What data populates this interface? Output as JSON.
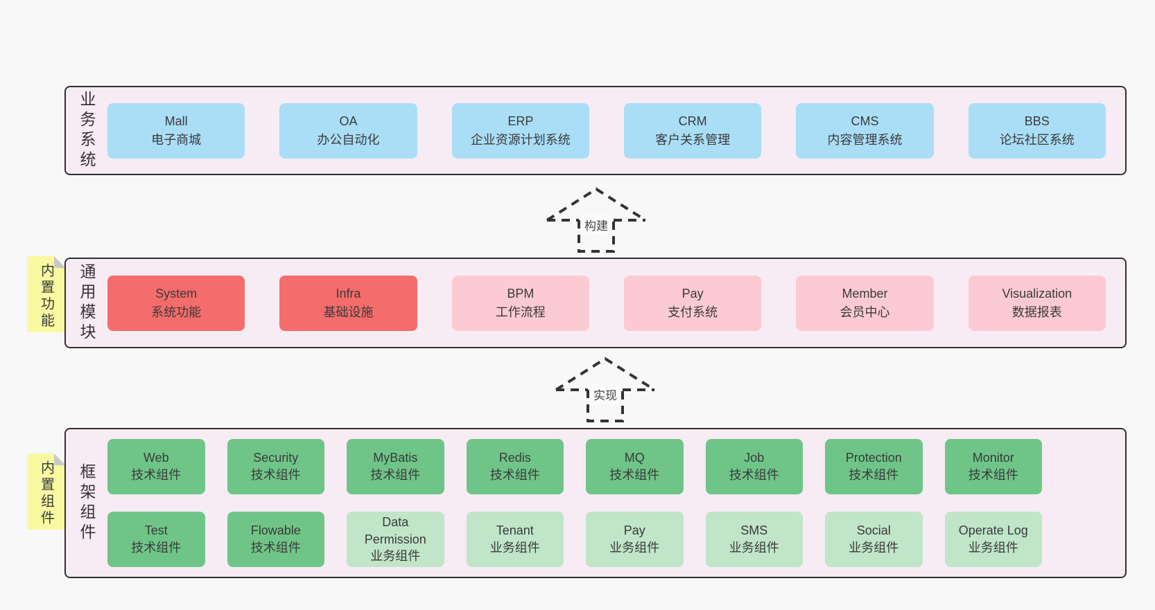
{
  "colors": {
    "page_bg": "#f8f8f8",
    "panel_bg": "#f7ecf4",
    "panel_border": "#2f2f2f",
    "box_blue": "#aadef7",
    "box_red": "#f56c6c",
    "box_pink": "#fccad3",
    "box_green": "#6fc588",
    "box_green_light": "#c0e5c8",
    "tag_yellow": "#f9f9a2",
    "fold_gray": "#c9c9c9",
    "text": "#3a3a3a"
  },
  "arrows": [
    {
      "label": "构建"
    },
    {
      "label": "实现"
    }
  ],
  "panels": [
    {
      "id": "business",
      "label": "业务系统",
      "rows": [
        [
          {
            "title": "Mall",
            "subtitle": "电子商城",
            "type": "blue"
          },
          {
            "title": "OA",
            "subtitle": "办公自动化",
            "type": "blue"
          },
          {
            "title": "ERP",
            "subtitle": "企业资源计划系统",
            "type": "blue"
          },
          {
            "title": "CRM",
            "subtitle": "客户关系管理",
            "type": "blue"
          },
          {
            "title": "CMS",
            "subtitle": "内容管理系统",
            "type": "blue"
          },
          {
            "title": "BBS",
            "subtitle": "论坛社区系统",
            "type": "blue"
          }
        ]
      ]
    },
    {
      "id": "modules",
      "label": "通用模块",
      "tag": "内置功能",
      "rows": [
        [
          {
            "title": "System",
            "subtitle": "系统功能",
            "type": "red"
          },
          {
            "title": "Infra",
            "subtitle": "基础设施",
            "type": "red"
          },
          {
            "title": "BPM",
            "subtitle": "工作流程",
            "type": "pink"
          },
          {
            "title": "Pay",
            "subtitle": "支付系统",
            "type": "pink"
          },
          {
            "title": "Member",
            "subtitle": "会员中心",
            "type": "pink"
          },
          {
            "title": "Visualization",
            "subtitle": "数据报表",
            "type": "pink"
          }
        ]
      ]
    },
    {
      "id": "components",
      "label": "框架组件",
      "tag": "内置组件",
      "rows": [
        [
          {
            "title": "Web",
            "subtitle": "技术组件",
            "type": "green"
          },
          {
            "title": "Security",
            "subtitle": "技术组件",
            "type": "green"
          },
          {
            "title": "MyBatis",
            "subtitle": "技术组件",
            "type": "green"
          },
          {
            "title": "Redis",
            "subtitle": "技术组件",
            "type": "green"
          },
          {
            "title": "MQ",
            "subtitle": "技术组件",
            "type": "green"
          },
          {
            "title": "Job",
            "subtitle": "技术组件",
            "type": "green"
          },
          {
            "title": "Protection",
            "subtitle": "技术组件",
            "type": "green"
          },
          {
            "title": "Monitor",
            "subtitle": "技术组件",
            "type": "green"
          }
        ],
        [
          {
            "title": "Test",
            "subtitle": "技术组件",
            "type": "green"
          },
          {
            "title": "Flowable",
            "subtitle": "技术组件",
            "type": "green"
          },
          {
            "title": "Data Permission",
            "subtitle": "业务组件",
            "type": "green-light"
          },
          {
            "title": "Tenant",
            "subtitle": "业务组件",
            "type": "green-light"
          },
          {
            "title": "Pay",
            "subtitle": "业务组件",
            "type": "green-light"
          },
          {
            "title": "SMS",
            "subtitle": "业务组件",
            "type": "green-light"
          },
          {
            "title": "Social",
            "subtitle": "业务组件",
            "type": "green-light"
          },
          {
            "title": "Operate Log",
            "subtitle": "业务组件",
            "type": "green-light"
          }
        ]
      ]
    }
  ]
}
